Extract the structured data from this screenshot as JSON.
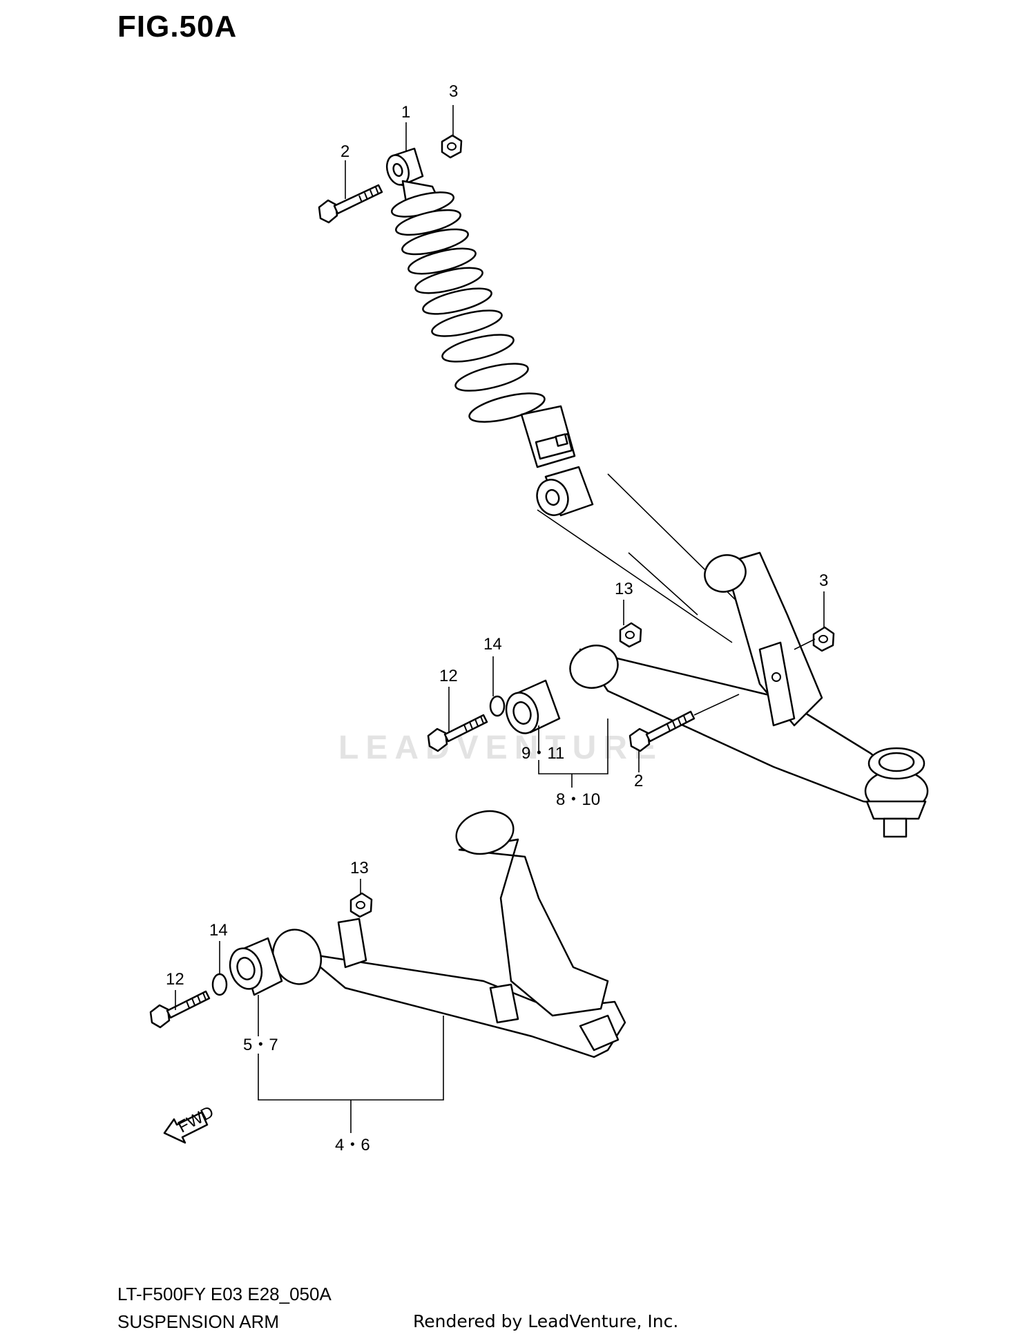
{
  "figure": {
    "title": "FIG.50A"
  },
  "footer": {
    "model_code": "LT-F500FY E03 E28_050A",
    "section_name": "SUSPENSION ARM",
    "rendered_by": "Rendered by LeadVenture, Inc."
  },
  "watermark": {
    "text": "LEADVENTURE"
  },
  "fwd_label": "FWD",
  "callouts": {
    "c1": "1",
    "c2a": "2",
    "c3a": "3",
    "c13a": "13",
    "c3b": "3",
    "c14a": "14",
    "c12a": "12",
    "c911": "9・11",
    "c810": "8・10",
    "c2b": "2",
    "c13b": "13",
    "c14b": "14",
    "c12b": "12",
    "c57": "5・7",
    "c46": "4・6"
  }
}
